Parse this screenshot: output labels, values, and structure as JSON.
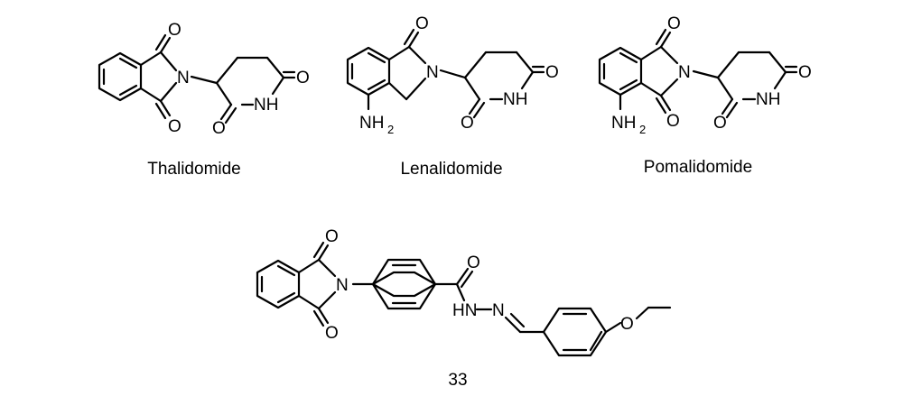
{
  "molecules": [
    {
      "caption": "Thalidomide",
      "atoms": {
        "o_top": "O",
        "n_imide": "N",
        "o_bottom": "O",
        "o_glut_right": "O",
        "nh": "NH",
        "o_glut_left": "O"
      }
    },
    {
      "caption": "Lenalidomide",
      "atoms": {
        "o_top": "O",
        "n_lactam": "N",
        "o_glut_right": "O",
        "nh": "NH",
        "o_glut_left": "O",
        "nh2_main": "NH",
        "nh2_sub": "2"
      }
    },
    {
      "caption": "Pomalidomide",
      "atoms": {
        "o_top": "O",
        "n_imide": "N",
        "o_bottom": "O",
        "o_glut_right": "O",
        "nh": "NH",
        "o_glut_left": "O",
        "nh2_main": "NH",
        "nh2_sub": "2"
      }
    },
    {
      "caption": "33",
      "atoms": {
        "o_top": "O",
        "n_imide": "N",
        "o_bottom": "O",
        "o_amide": "O",
        "hn": "HN",
        "n_imine": "N",
        "o_ether": "O"
      }
    }
  ]
}
